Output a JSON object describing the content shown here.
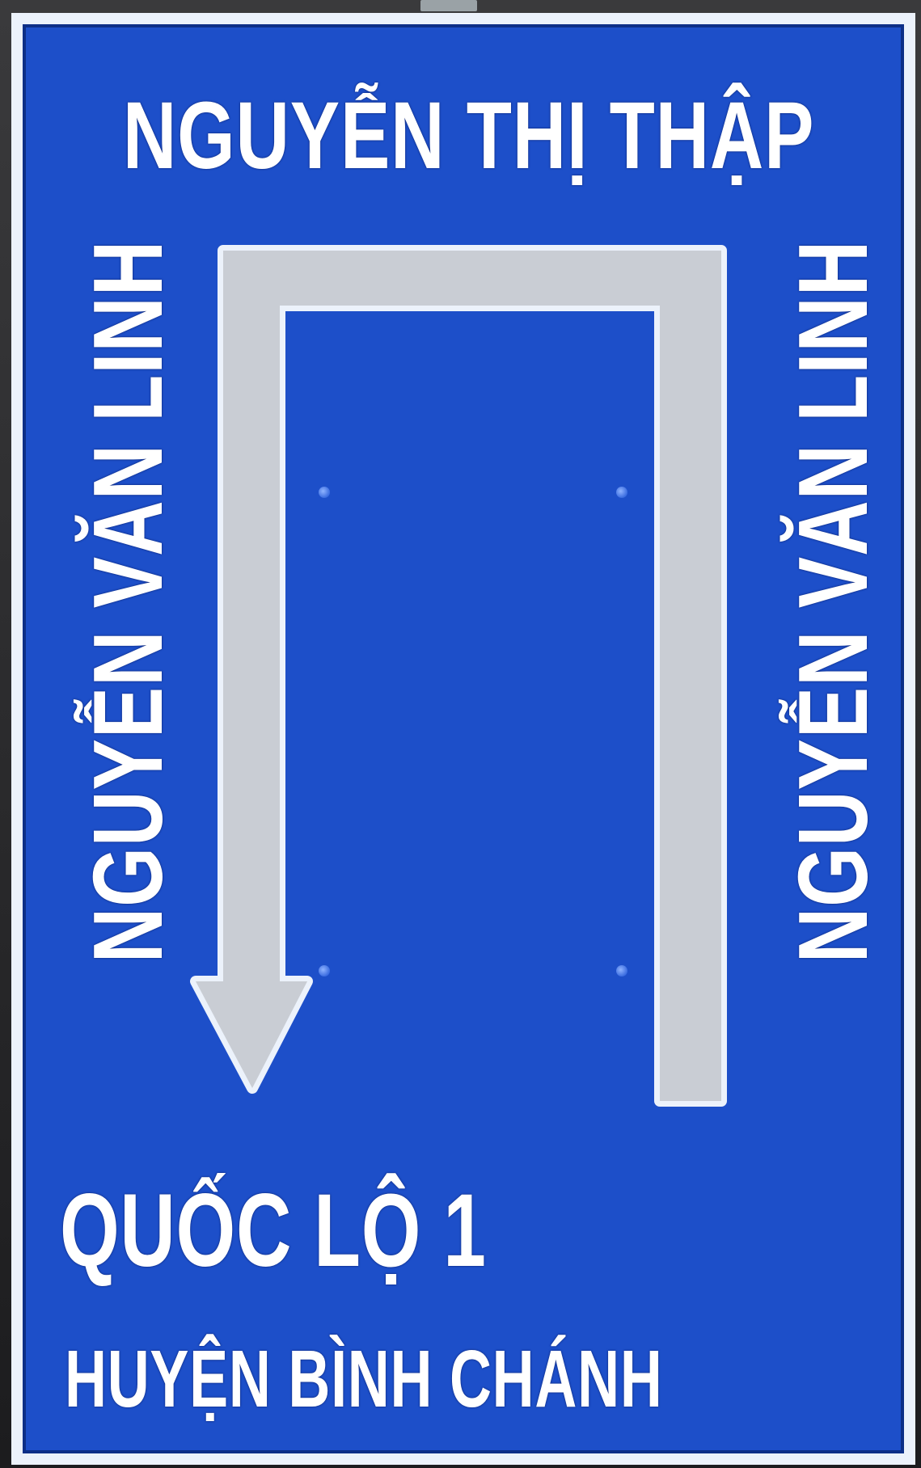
{
  "sign": {
    "top_street": "NGUYỄN THỊ THẬP",
    "left_street": "NGUYỄN VĂN LINH",
    "right_street": "NGUYỄN VĂN LINH",
    "destination": "QUỐC LỘ 1",
    "district": "HUYỆN BÌNH CHÁNH"
  },
  "colors": {
    "sign_background": "#1d4fc9",
    "sign_border": "#ecf2fb",
    "arrow": "#c9cdd4",
    "text": "#ffffff"
  },
  "icons": {
    "route": "u-turn-arrow-icon"
  }
}
